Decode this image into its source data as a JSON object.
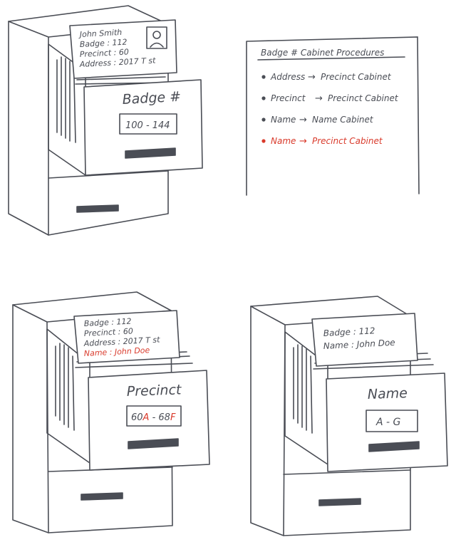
{
  "colors": {
    "ink": "#4a4d55",
    "accent": "#d93a2b",
    "handle": "#4a4d55",
    "paper": "#ffffff"
  },
  "cabinet_badge": {
    "drawer_label": "Badge #",
    "range_label": "100 - 144",
    "card": {
      "lines": [
        "John Smith",
        "Badge : 112",
        "Precinct : 60",
        "Address : 2017 T st"
      ],
      "photo_icon": "person-photo-icon"
    }
  },
  "procedures": {
    "title": "Badge # Cabinet Procedures",
    "items": [
      {
        "from": "Address",
        "to": "Precinct Cabinet",
        "highlight": false
      },
      {
        "from": "Precinct",
        "to": "Precinct Cabinet",
        "highlight": false
      },
      {
        "from": "Name",
        "to": "Name Cabinet",
        "highlight": false
      },
      {
        "from": "Name",
        "to": "Precinct Cabinet",
        "highlight": true
      }
    ]
  },
  "cabinet_precinct": {
    "drawer_label": "Precinct",
    "range_parts": [
      {
        "text": "60",
        "highlight": false
      },
      {
        "text": "A",
        "highlight": true
      },
      {
        "text": " - 68",
        "highlight": false
      },
      {
        "text": "F",
        "highlight": true
      }
    ],
    "card": {
      "lines": [
        {
          "text": "Badge : 112",
          "highlight": false
        },
        {
          "text": "Precinct : 60",
          "highlight": false
        },
        {
          "text": "Address : 2017 T st",
          "highlight": false
        },
        {
          "text": "Name : John Doe",
          "highlight": true
        }
      ]
    }
  },
  "cabinet_name": {
    "drawer_label": "Name",
    "range_label": "A - G",
    "card": {
      "lines": [
        "Badge : 112",
        "Name : John Doe"
      ]
    }
  }
}
